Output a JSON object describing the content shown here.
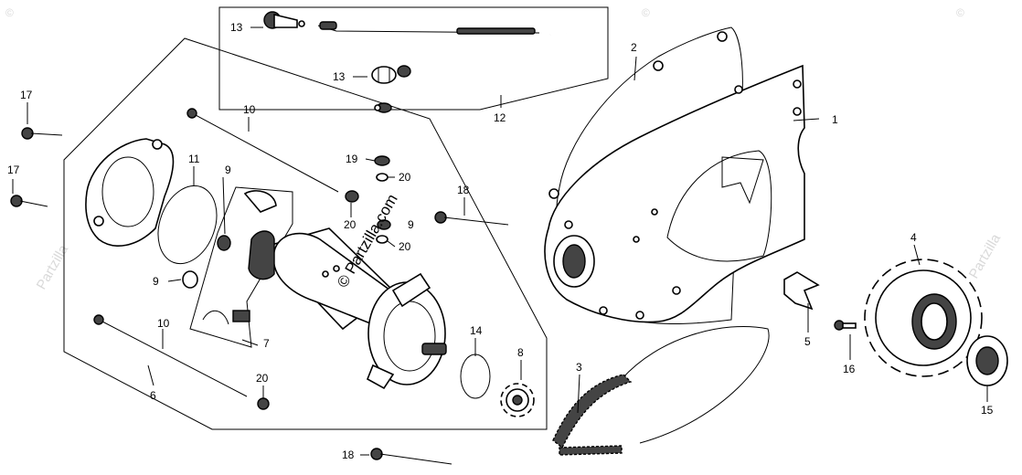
{
  "watermarks": {
    "brand": "Partzilla",
    "copyright_symbol": "©",
    "url": "© Partzilla.com"
  },
  "callouts": [
    {
      "id": "c1",
      "text": "1"
    },
    {
      "id": "c2",
      "text": "2"
    },
    {
      "id": "c3",
      "text": "3"
    },
    {
      "id": "c4",
      "text": "4"
    },
    {
      "id": "c5",
      "text": "5"
    },
    {
      "id": "c6",
      "text": "6"
    },
    {
      "id": "c7",
      "text": "7"
    },
    {
      "id": "c8",
      "text": "8"
    },
    {
      "id": "c9a",
      "text": "9"
    },
    {
      "id": "c9b",
      "text": "9"
    },
    {
      "id": "c9c",
      "text": "9"
    },
    {
      "id": "c10a",
      "text": "10"
    },
    {
      "id": "c10b",
      "text": "10"
    },
    {
      "id": "c11",
      "text": "11"
    },
    {
      "id": "c12",
      "text": "12"
    },
    {
      "id": "c13a",
      "text": "13"
    },
    {
      "id": "c13b",
      "text": "13"
    },
    {
      "id": "c14",
      "text": "14"
    },
    {
      "id": "c15",
      "text": "15"
    },
    {
      "id": "c16",
      "text": "16"
    },
    {
      "id": "c17a",
      "text": "17"
    },
    {
      "id": "c17b",
      "text": "17"
    },
    {
      "id": "c18a",
      "text": "18"
    },
    {
      "id": "c18b",
      "text": "18"
    },
    {
      "id": "c19",
      "text": "19"
    },
    {
      "id": "c20a",
      "text": "20"
    },
    {
      "id": "c20b",
      "text": "20"
    },
    {
      "id": "c20c",
      "text": "20"
    },
    {
      "id": "c20d",
      "text": "20"
    }
  ],
  "colors": {
    "ink": "#000000",
    "watermark": "#d9d9d9",
    "paper": "#ffffff"
  }
}
